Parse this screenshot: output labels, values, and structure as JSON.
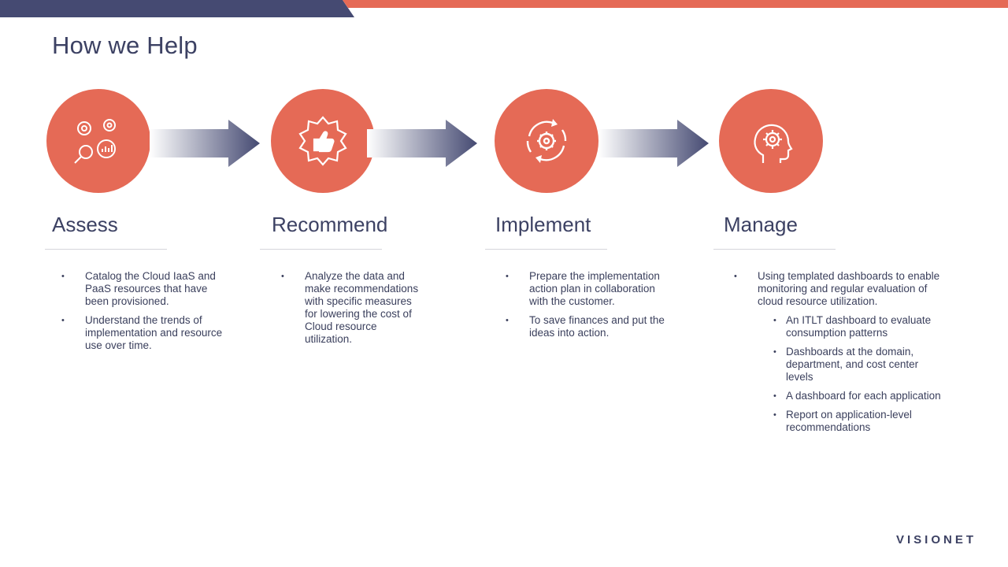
{
  "colors": {
    "accent": "#e56a56",
    "navy": "#454a72",
    "text": "#3a3f5c"
  },
  "title": "How we Help",
  "steps": [
    {
      "icon": "gears-analytics-icon",
      "title": "Assess",
      "bullets": [
        "Catalog the Cloud IaaS and PaaS resources that have been provisioned.",
        "Understand the trends of implementation and resource use over time."
      ]
    },
    {
      "icon": "thumbs-up-badge-icon",
      "title": "Recommend",
      "bullets": [
        "Analyze the data and make recommendations with specific measures for lowering the cost of Cloud resource utilization."
      ]
    },
    {
      "icon": "cycle-gear-icon",
      "title": "Implement",
      "bullets": [
        "Prepare the implementation action plan in collaboration with the customer.",
        "To save finances and put the ideas into action."
      ]
    },
    {
      "icon": "head-gear-icon",
      "title": "Manage",
      "bullets": [
        "Using templated dashboards to enable monitoring and regular evaluation of cloud resource utilization."
      ],
      "sub_bullets": [
        "An ITLT dashboard to evaluate consumption patterns",
        "Dashboards at the domain, department, and cost center levels",
        "A dashboard for each application",
        "Report on application-level recommendations"
      ]
    }
  ],
  "logo": "VISIONET"
}
